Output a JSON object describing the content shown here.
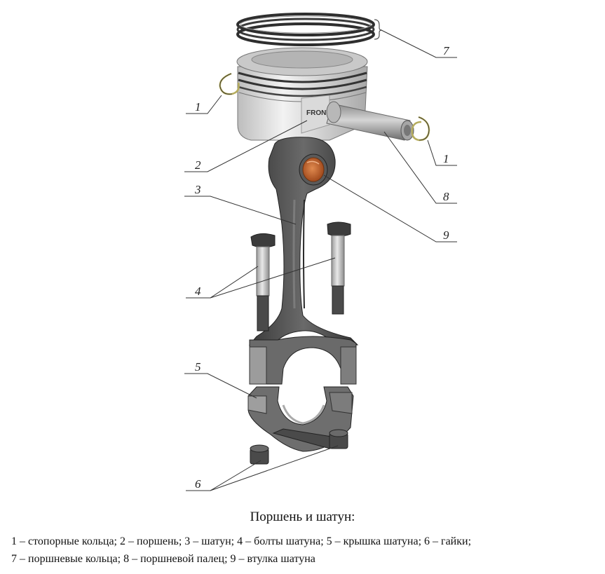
{
  "callouts": {
    "c1a": "1",
    "c1b": "1",
    "c2": "2",
    "c3": "3",
    "c4": "4",
    "c5": "5",
    "c6": "6",
    "c7": "7",
    "c8": "8",
    "c9": "9"
  },
  "stamp": "FRONT",
  "caption": {
    "title": "Поршень и шатун:",
    "line1": "1 – стопорные кольца; 2 – поршень; 3 – шатун; 4 – болты шатуна; 5 – крышка шатуна; 6 – гайки;",
    "line2": "7 – поршневые кольца; 8 – поршневой палец; 9 – втулка шатуна"
  },
  "colors": {
    "metal_light": "#e6e6e6",
    "metal_dark": "#4a4a4a",
    "bushing": "#c8672c",
    "circlip": "#c9c27a"
  }
}
